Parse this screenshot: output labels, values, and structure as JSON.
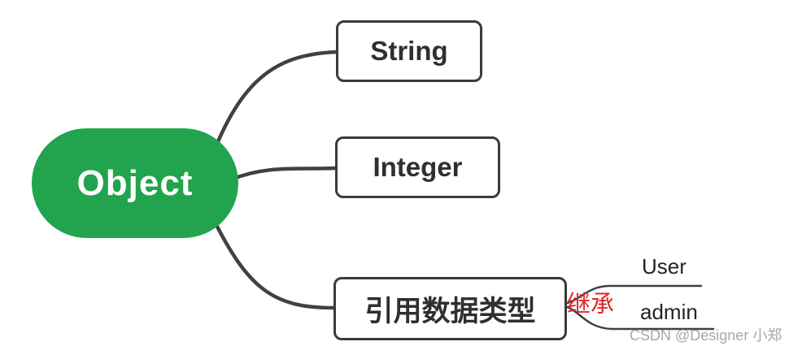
{
  "mindmap": {
    "root": {
      "label": "Object"
    },
    "level1": [
      {
        "label": "String"
      },
      {
        "label": "Integer"
      },
      {
        "label": "引用数据类型"
      }
    ],
    "level2": [
      {
        "label": "User"
      },
      {
        "label": "admin"
      }
    ],
    "edge_label": {
      "text": "继承"
    },
    "colors": {
      "root_fill": "#21A44D",
      "root_text": "#FFFFFF",
      "node_border": "#3B3B3B",
      "node_text": "#2F2F2F",
      "branch_line": "#414141",
      "edge_label": "#E02626",
      "watermark": "#A3A3A3",
      "background": "#FFFFFF"
    }
  },
  "watermark": {
    "text": "CSDN @Designer 小郑"
  }
}
